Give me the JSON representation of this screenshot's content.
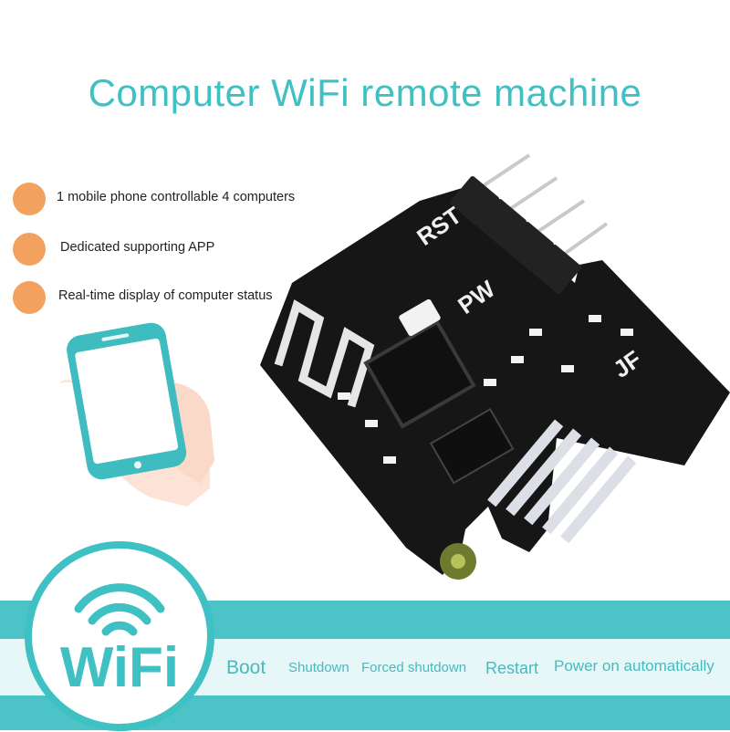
{
  "title": "Computer WiFi remote machine",
  "features": [
    {
      "icon": "orange-dot-icon",
      "text": "1 mobile phone controllable 4 computers"
    },
    {
      "icon": "orange-dot-icon",
      "text": "Dedicated supporting APP"
    },
    {
      "icon": "orange-dot-icon",
      "text": "Real-time display of computer status"
    }
  ],
  "wifi_logo": {
    "text": "WiFi"
  },
  "board_labels": {
    "rst": "RST",
    "pw": "PW",
    "jf": "JF"
  },
  "functions": [
    "Boot",
    "Shutdown",
    "Forced shutdown",
    "Restart",
    "Power on automatically"
  ],
  "colors": {
    "accent": "#3fc1c4",
    "dot": "#f2a15e",
    "band": "#4cc3c6",
    "pcb": "#141414"
  }
}
